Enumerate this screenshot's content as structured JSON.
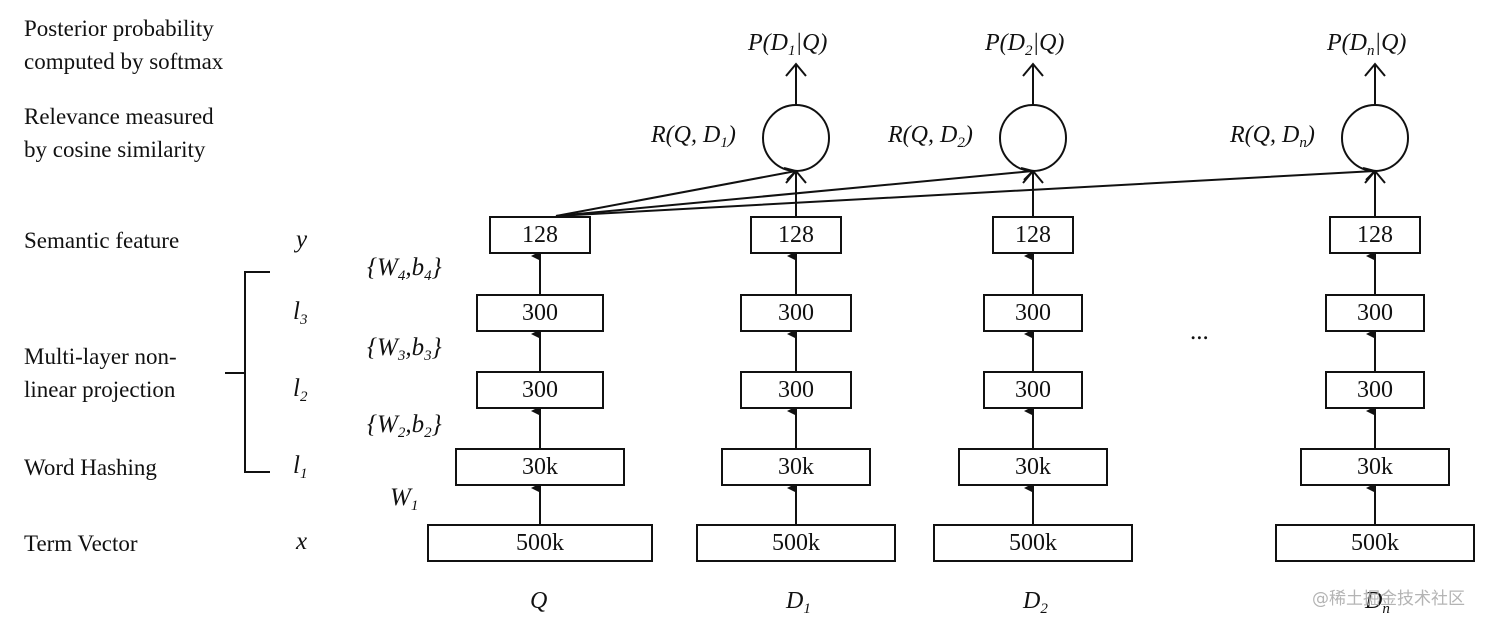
{
  "left_labels": {
    "posterior": [
      "Posterior probability",
      "computed by softmax"
    ],
    "relevance": [
      "Relevance measured",
      "by cosine similarity"
    ],
    "semantic": "Semantic feature",
    "multilayer": [
      "Multi-layer non-",
      "linear projection"
    ],
    "word_hashing": "Word Hashing",
    "term_vector": "Term Vector"
  },
  "symbols": {
    "y": "y",
    "l3": {
      "base": "l",
      "sub": "3"
    },
    "l2": {
      "base": "l",
      "sub": "2"
    },
    "l1": {
      "base": "l",
      "sub": "1"
    },
    "x": "x"
  },
  "weights": {
    "w4": {
      "w": "W",
      "ws": "4",
      "b": "b",
      "bs": "4"
    },
    "w3": {
      "w": "W",
      "ws": "3",
      "b": "b",
      "bs": "3"
    },
    "w2": {
      "w": "W",
      "ws": "2",
      "b": "b",
      "bs": "2"
    },
    "w1": {
      "w": "W",
      "ws": "1"
    }
  },
  "layers": [
    "128",
    "300",
    "300",
    "30k",
    "500k"
  ],
  "columns": [
    {
      "id": "Q",
      "label": "Q",
      "label_sub": ""
    },
    {
      "id": "D1",
      "label": "D",
      "label_sub": "1",
      "r": "R(Q, D",
      "p": "P(D",
      "pe": "|Q)"
    },
    {
      "id": "D2",
      "label": "D",
      "label_sub": "2",
      "r": "R(Q, D",
      "p": "P(D",
      "pe": "|Q)"
    },
    {
      "id": "Dn",
      "label": "D",
      "label_sub": "n",
      "r": "R(Q, D",
      "p": "P(D",
      "pe": "|Q)"
    }
  ],
  "ellipsis": "...",
  "watermark": "@稀土掘金技术社区"
}
